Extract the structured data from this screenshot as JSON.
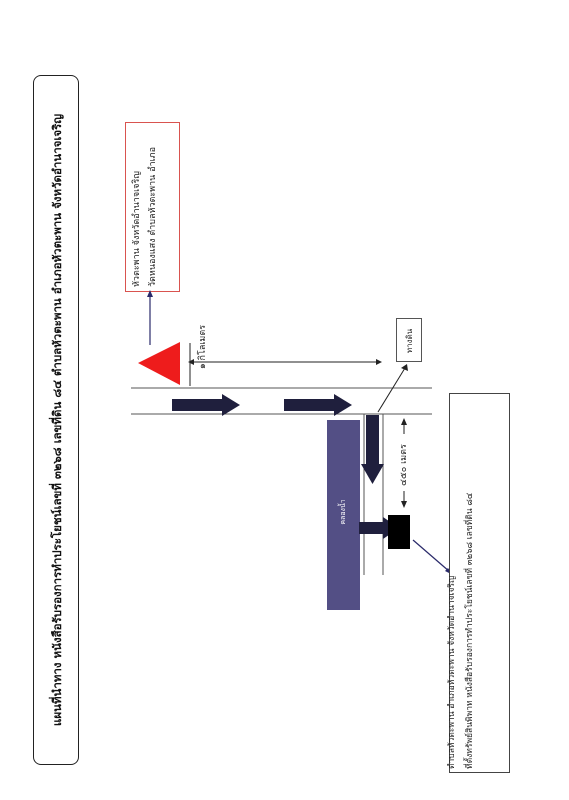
{
  "title": "แผนที่นำทาง หนังสือรับรองการทำประโยชน์เลขที่ ๓๒๖๘ เลขที่ดิน ๘๔ ตำบลหัวตะพาน อำเภอหัวตะพาน จังหวัดอำนาจเจริญ",
  "landmark": {
    "line1": "วัดหนองแสง ตำบลหัวตะพาน อำเภอ",
    "line2": "หัวตะพาน จังหวัดอำนาจเจริญ"
  },
  "distance_road": "๑ กิโลเมตร",
  "distance_side": "๔๕๐ เมตร",
  "path_label": "ทางดิน",
  "canal_label": "คลองน้ำ",
  "property": {
    "line1": "ที่ตั้งทรัพย์สินพิพาท หนังสือรับรองการทำประโยชน์เลขที่ ๓๒๖๘ เลขที่ดิน ๘๔",
    "line2": "ตำบลหัวตะพาน อำเภอหัวตะพาน จังหวัดอำนาจเจริญ"
  },
  "colors": {
    "arrow": "#1f1f3d",
    "canal": "#534f85",
    "triangle": "#ee1c1c",
    "temple_border": "#d9534f",
    "property_marker": "#000000"
  }
}
